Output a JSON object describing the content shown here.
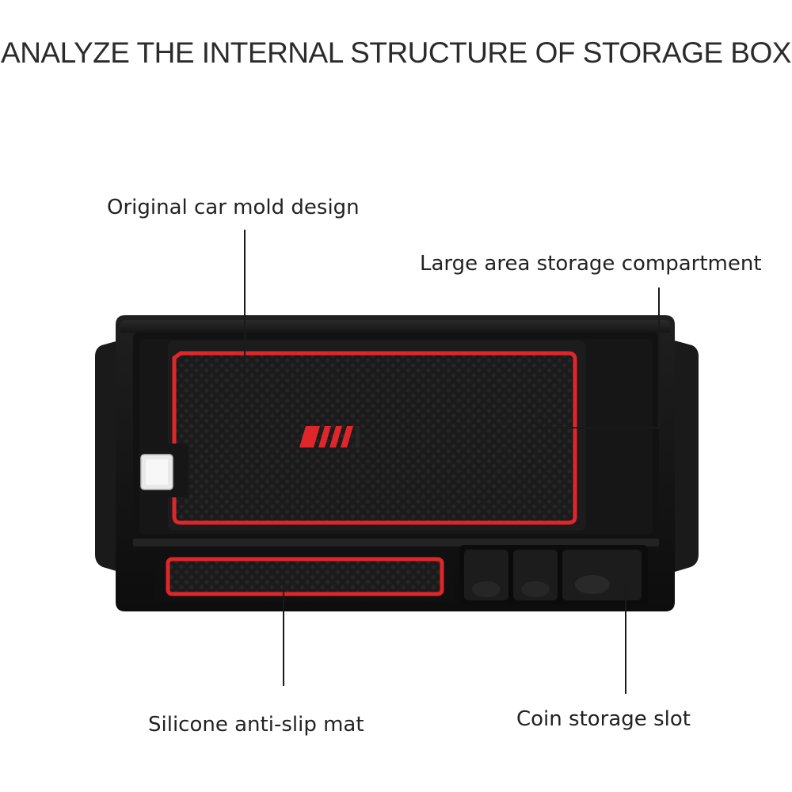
{
  "title": "ANALYZE THE INTERNAL STRUCTURE OF STORAGE BOX",
  "labels": {
    "mold": "Original car mold design",
    "large": "Large area storage compartment",
    "mat": "Silicone anti-slip mat",
    "coin": "Coin storage slot"
  },
  "colors": {
    "box": "#141414",
    "mat_border": "#e0262a",
    "background": "#ffffff",
    "leader": "#1a1a1a"
  }
}
